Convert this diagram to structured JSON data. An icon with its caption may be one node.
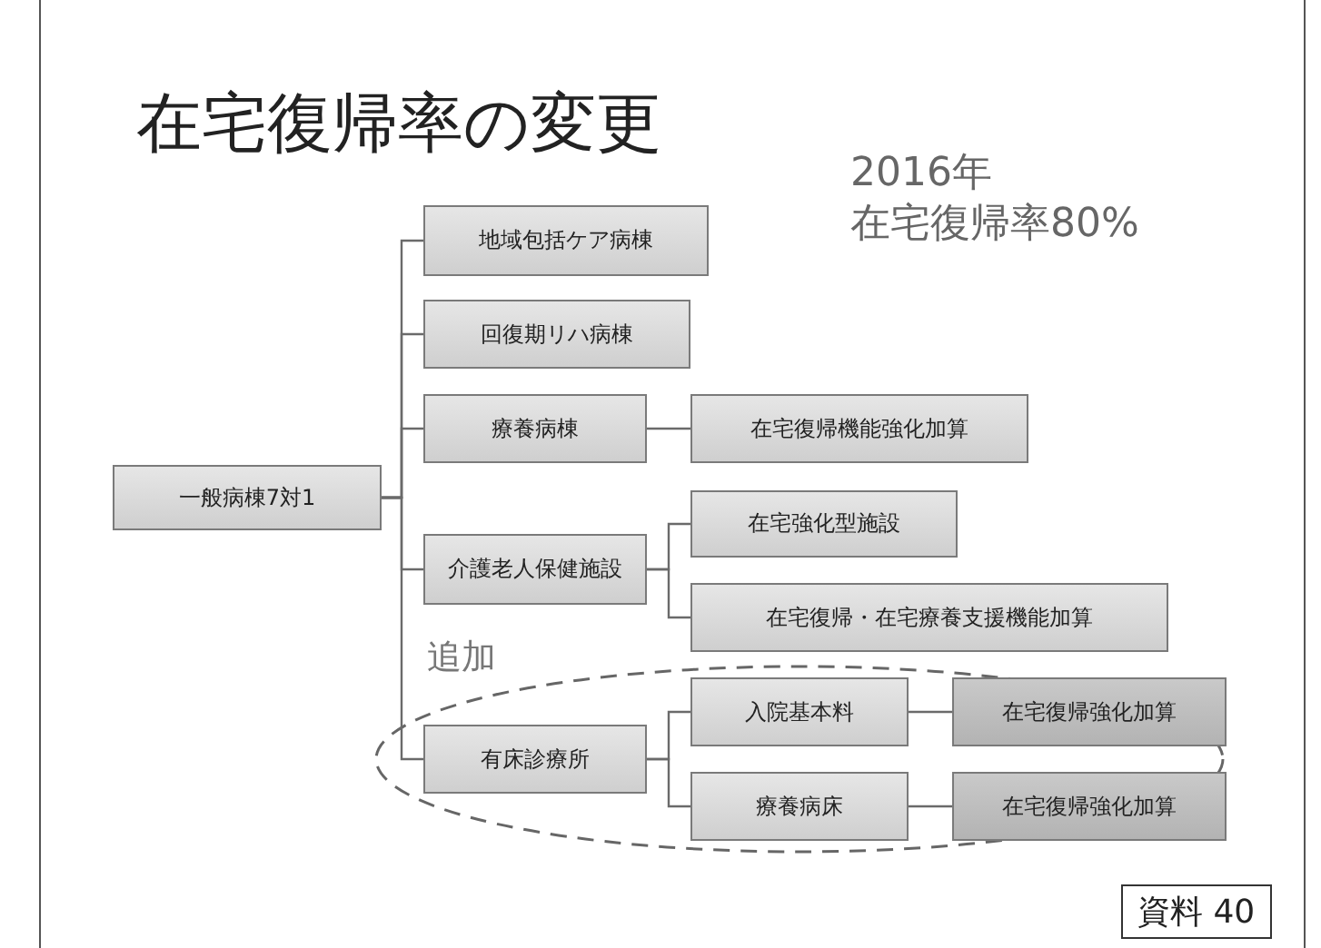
{
  "diagram": {
    "title": "在宅復帰率の変更",
    "nodes": [
      {
        "text": [
          "一般病棟7対1"
        ]
      },
      {
        "text": [
          "地域包括ケア病棟"
        ]
      },
      {
        "text": [
          "回復期リハ病棟"
        ]
      },
      {
        "text": [
          "療養病棟"
        ]
      },
      {
        "text": [
          "在宅復帰機能強化加算"
        ]
      },
      {
        "text": [
          "介護老人保健施設"
        ]
      },
      {
        "text": [
          "在宅強化型施設"
        ]
      },
      {
        "text": [
          "在宅復帰・在宅療養支援機能加算"
        ]
      },
      {
        "text": [
          "有床診療所"
        ]
      },
      {
        "text": [
          "入院基本料"
        ]
      },
      {
        "text": [
          "在宅復帰強化加算"
        ]
      },
      {
        "text": [
          "療養病床"
        ]
      },
      {
        "text": [
          "在宅復帰強化加算"
        ]
      }
    ],
    "edges": [
      {
        "from": 0,
        "to": 1,
        "arrow": "none"
      },
      {
        "from": 0,
        "to": 2,
        "arrow": "none"
      },
      {
        "from": 0,
        "to": 3,
        "arrow": "none"
      },
      {
        "from": 0,
        "to": 5,
        "arrow": "none"
      },
      {
        "from": 0,
        "to": 8,
        "arrow": "none"
      },
      {
        "from": 3,
        "to": 4,
        "arrow": "none"
      },
      {
        "from": 5,
        "to": 6,
        "arrow": "none"
      },
      {
        "from": 5,
        "to": 7,
        "arrow": "none"
      },
      {
        "from": 8,
        "to": 9,
        "arrow": "none"
      },
      {
        "from": 8,
        "to": 11,
        "arrow": "none"
      },
      {
        "from": 9,
        "to": 10,
        "arrow": "none"
      },
      {
        "from": 11,
        "to": 12,
        "arrow": "none"
      }
    ],
    "labels": [
      "2016年",
      "在宅復帰率80%",
      "追加",
      "資料 40"
    ]
  }
}
